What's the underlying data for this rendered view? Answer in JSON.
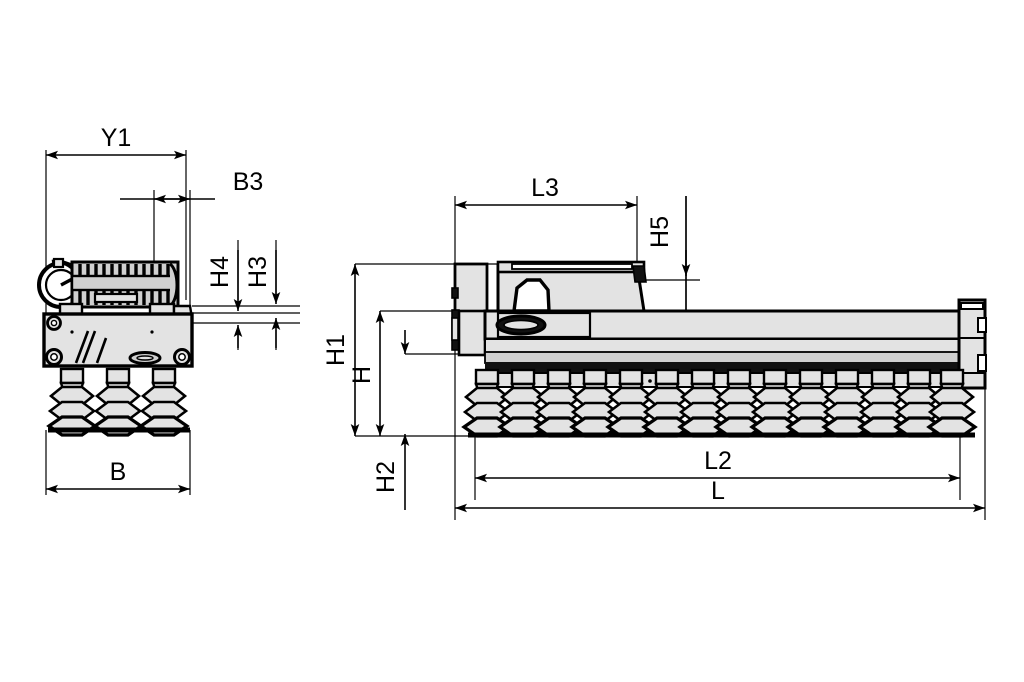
{
  "drawing": {
    "title": "Vacuum area gripper technical dimension drawing",
    "type": "engineering-dimension-drawing",
    "background_color": "#ffffff",
    "line_color": "#000000",
    "fill_light": "#e3e3e3",
    "fill_mid": "#d0d0d0",
    "fill_dark": "#111111",
    "views": [
      {
        "id": "front-view",
        "name": "Front view (end elevation)",
        "position": "left"
      },
      {
        "id": "side-view",
        "name": "Side view (long elevation)",
        "position": "right"
      }
    ]
  },
  "dimensions": {
    "front_view": [
      {
        "id": "Y1",
        "label": "Y1",
        "orientation": "horizontal",
        "placement": "top"
      },
      {
        "id": "B3",
        "label": "B3",
        "orientation": "horizontal",
        "placement": "top"
      },
      {
        "id": "H4",
        "label": "H4",
        "orientation": "vertical",
        "placement": "right"
      },
      {
        "id": "H3",
        "label": "H3",
        "orientation": "vertical",
        "placement": "right"
      },
      {
        "id": "B",
        "label": "B",
        "orientation": "horizontal",
        "placement": "bottom"
      }
    ],
    "side_view": [
      {
        "id": "L3",
        "label": "L3",
        "orientation": "horizontal",
        "placement": "top"
      },
      {
        "id": "H5",
        "label": "H5",
        "orientation": "vertical",
        "placement": "top-right"
      },
      {
        "id": "H1",
        "label": "H1",
        "orientation": "vertical",
        "placement": "left"
      },
      {
        "id": "H",
        "label": "H",
        "orientation": "vertical",
        "placement": "left"
      },
      {
        "id": "H2",
        "label": "H2",
        "orientation": "vertical",
        "placement": "left-bottom"
      },
      {
        "id": "L2",
        "label": "L2",
        "orientation": "horizontal",
        "placement": "bottom"
      },
      {
        "id": "L",
        "label": "L",
        "orientation": "horizontal",
        "placement": "bottom"
      }
    ]
  },
  "labels": {
    "Y1": "Y1",
    "B3": "B3",
    "H4": "H4",
    "H3": "H3",
    "B": "B",
    "L3": "L3",
    "H5": "H5",
    "H1": "H1",
    "H": "H",
    "H2": "H2",
    "L2": "L2",
    "L": "L"
  },
  "components": {
    "front_view": {
      "gauge": "circular vacuum gauge",
      "manifold": "finned valve manifold block",
      "body": "gripper base plate",
      "suction_cups": {
        "rows": 3,
        "columns": 3,
        "type": "bellows suction cup"
      }
    },
    "side_view": {
      "end_bracket": "left mounting bracket",
      "cover": "control housing cover",
      "port": "oval connection port",
      "rail": "extruded profile rail",
      "right_bracket": "right end cap",
      "suction_cups": {
        "rows": 3,
        "columns": 14,
        "type": "bellows suction cup"
      }
    }
  }
}
